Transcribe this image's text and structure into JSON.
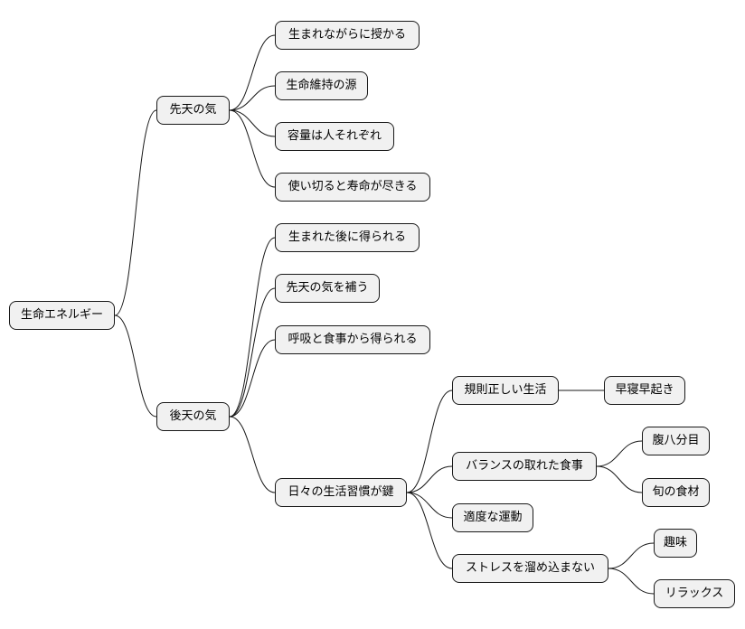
{
  "mindmap": {
    "root": "生命エネルギー",
    "innate": {
      "label": "先天の気",
      "items": [
        "生まれながらに授かる",
        "生命維持の源",
        "容量は人それぞれ",
        "使い切ると寿命が尽きる"
      ]
    },
    "acquired": {
      "label": "後天の気",
      "items": [
        "生まれた後に得られる",
        "先天の気を補う",
        "呼吸と食事から得られる"
      ],
      "habits": {
        "label": "日々の生活習慣が鍵",
        "regular_life": {
          "label": "規則正しい生活",
          "child": "早寝早起き"
        },
        "diet": {
          "label": "バランスの取れた食事",
          "children": [
            "腹八分目",
            "旬の食材"
          ]
        },
        "exercise": "適度な運動",
        "stress": {
          "label": "ストレスを溜め込まない",
          "children": [
            "趣味",
            "リラックス"
          ]
        }
      }
    }
  }
}
